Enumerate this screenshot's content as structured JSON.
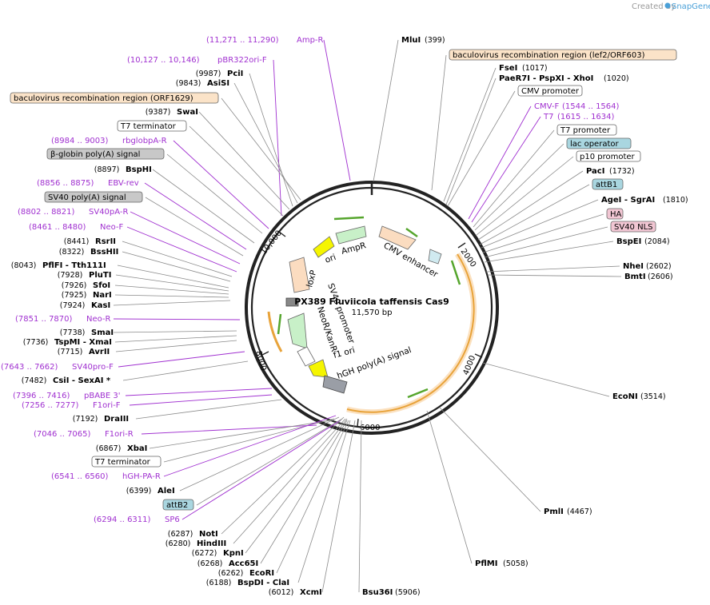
{
  "header": {
    "created_by": "Created by",
    "brand": "SnapGene"
  },
  "plasmid": {
    "name": "PX389 Fluviicola taffensis Cas9",
    "length_label": "11,570 bp"
  },
  "ticks": [
    "2000",
    "4000",
    "6000",
    "8000",
    "10,000"
  ],
  "inner_features": [
    "CMV enhancer",
    "ori",
    "AmpR",
    "loxP",
    "SV40 promoter",
    "NeoR/KanR",
    "f1 ori",
    "hGH poly(A) signal"
  ],
  "labels": [
    {
      "kind": "primer",
      "pos": "(11,271 .. 11,290)",
      "name": "Amp-R"
    },
    {
      "kind": "site",
      "name": "MluI",
      "pos": "(399)"
    },
    {
      "kind": "box",
      "name": "baculovirus recombination region (lef2/ORF603)",
      "color": "#fbe3c8"
    },
    {
      "kind": "primer",
      "pos": "(10,127 .. 10,146)",
      "name": "pBR322ori-F"
    },
    {
      "kind": "site",
      "pos": "(9987)",
      "name": "PciI"
    },
    {
      "kind": "site",
      "pos": "(9843)",
      "name": "AsiSI"
    },
    {
      "kind": "site",
      "name": "FseI",
      "pos": "(1017)"
    },
    {
      "kind": "site",
      "name": "PaeR7I - PspXI - XhoI",
      "pos": "(1020)"
    },
    {
      "kind": "box",
      "name": "baculovirus recombination region (ORF1629)",
      "color": "#fbe3c8"
    },
    {
      "kind": "box",
      "name": "CMV promoter",
      "color": "#ffffff"
    },
    {
      "kind": "site",
      "pos": "(9387)",
      "name": "SwaI"
    },
    {
      "kind": "primer",
      "name": "CMV-F",
      "pos": "(1544 .. 1564)"
    },
    {
      "kind": "primer",
      "name": "T7",
      "pos": "(1615 .. 1634)"
    },
    {
      "kind": "box",
      "name": "T7 terminator",
      "color": "#ffffff"
    },
    {
      "kind": "box",
      "name": "T7 promoter",
      "color": "#ffffff"
    },
    {
      "kind": "primer",
      "pos": "(8984 .. 9003)",
      "name": "rbglobpA-R"
    },
    {
      "kind": "box",
      "name": "lac operator",
      "color": "#a9d6e0"
    },
    {
      "kind": "box",
      "name": "β-globin poly(A) signal",
      "color": "#c8c8c8"
    },
    {
      "kind": "box",
      "name": "p10 promoter",
      "color": "#ffffff"
    },
    {
      "kind": "site",
      "pos": "(8897)",
      "name": "BspHI"
    },
    {
      "kind": "site",
      "name": "PacI",
      "pos": "(1732)"
    },
    {
      "kind": "primer",
      "pos": "(8856 .. 8875)",
      "name": "EBV-rev"
    },
    {
      "kind": "box",
      "name": "attB1",
      "color": "#a9d6e0"
    },
    {
      "kind": "box",
      "name": "SV40 poly(A) signal",
      "color": "#c8c8c8"
    },
    {
      "kind": "site",
      "name": "AgeI - SgrAI",
      "pos": "(1810)"
    },
    {
      "kind": "primer",
      "pos": "(8802 .. 8821)",
      "name": "SV40pA-R"
    },
    {
      "kind": "box",
      "name": "HA",
      "color": "#f1c6d3"
    },
    {
      "kind": "primer",
      "pos": "(8461 .. 8480)",
      "name": "Neo-F"
    },
    {
      "kind": "box",
      "name": "SV40 NLS",
      "color": "#f1c6d3"
    },
    {
      "kind": "site",
      "name": "BspEI",
      "pos": "(2084)"
    },
    {
      "kind": "site",
      "pos": "(8441)",
      "name": "RsrII"
    },
    {
      "kind": "site",
      "pos": "(8322)",
      "name": "BssHII"
    },
    {
      "kind": "site",
      "pos": "(8043)",
      "name": "PflFI - Tth111I"
    },
    {
      "kind": "site",
      "name": "NheI",
      "pos": "(2602)"
    },
    {
      "kind": "site",
      "pos": "(7928)",
      "name": "PluTI"
    },
    {
      "kind": "site",
      "name": "BmtI",
      "pos": "(2606)"
    },
    {
      "kind": "site",
      "pos": "(7926)",
      "name": "SfoI"
    },
    {
      "kind": "site",
      "pos": "(7925)",
      "name": "NarI"
    },
    {
      "kind": "site",
      "pos": "(7924)",
      "name": "KasI"
    },
    {
      "kind": "primer",
      "pos": "(7851 .. 7870)",
      "name": "Neo-R"
    },
    {
      "kind": "site",
      "pos": "(7738)",
      "name": "SmaI"
    },
    {
      "kind": "site",
      "pos": "(7736)",
      "name": "TspMI - XmaI"
    },
    {
      "kind": "site",
      "pos": "(7715)",
      "name": "AvrII"
    },
    {
      "kind": "primer",
      "pos": "(7643 .. 7662)",
      "name": "SV40pro-F"
    },
    {
      "kind": "site",
      "pos": "(7482)",
      "name": "CsiI - SexAI *"
    },
    {
      "kind": "site",
      "name": "EcoNI",
      "pos": "(3514)"
    },
    {
      "kind": "primer",
      "pos": "(7396 .. 7416)",
      "name": "pBABE 3'"
    },
    {
      "kind": "primer",
      "pos": "(7256 .. 7277)",
      "name": "F1ori-F"
    },
    {
      "kind": "site",
      "pos": "(7192)",
      "name": "DraIII"
    },
    {
      "kind": "primer",
      "pos": "(7046 .. 7065)",
      "name": "F1ori-R"
    },
    {
      "kind": "site",
      "pos": "(6867)",
      "name": "XbaI"
    },
    {
      "kind": "box",
      "name": "T7 terminator",
      "color": "#ffffff"
    },
    {
      "kind": "primer",
      "pos": "(6541 .. 6560)",
      "name": "hGH-PA-R"
    },
    {
      "kind": "site",
      "name": "PmlI",
      "pos": "(4467)"
    },
    {
      "kind": "site",
      "pos": "(6399)",
      "name": "AleI"
    },
    {
      "kind": "box",
      "name": "attB2",
      "color": "#a9d6e0"
    },
    {
      "kind": "primer",
      "pos": "(6294 .. 6311)",
      "name": "SP6"
    },
    {
      "kind": "site",
      "pos": "(6287)",
      "name": "NotI"
    },
    {
      "kind": "site",
      "pos": "(6280)",
      "name": "HindIII"
    },
    {
      "kind": "site",
      "pos": "(6272)",
      "name": "KpnI"
    },
    {
      "kind": "site",
      "pos": "(6268)",
      "name": "Acc65I"
    },
    {
      "kind": "site",
      "name": "PflMI",
      "pos": "(5058)"
    },
    {
      "kind": "site",
      "pos": "(6262)",
      "name": "EcoRI"
    },
    {
      "kind": "site",
      "pos": "(6188)",
      "name": "BspDI - ClaI"
    },
    {
      "kind": "site",
      "pos": "(6012)",
      "name": "XcmI"
    },
    {
      "kind": "site",
      "name": "Bsu36I",
      "pos": "(5906)"
    }
  ]
}
